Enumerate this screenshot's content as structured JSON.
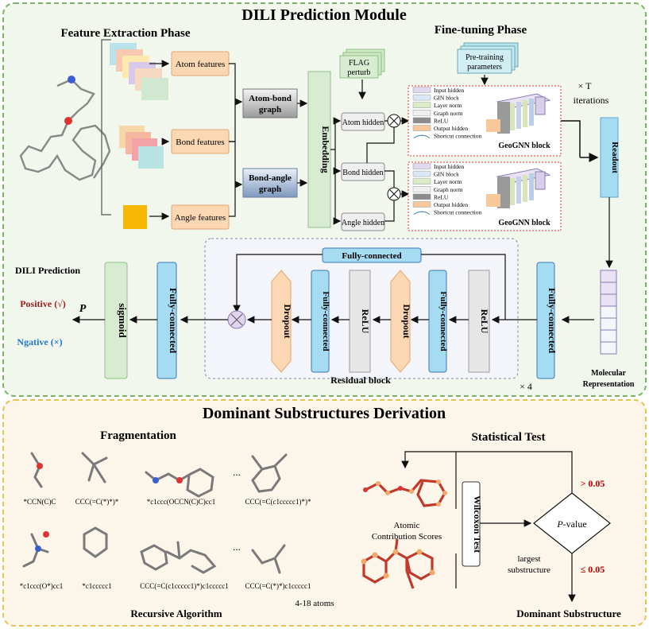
{
  "module": {
    "title": "DILI Prediction Module",
    "feature_phase_title": "Feature Extraction Phase",
    "finetune_title": "Fine-tuning Phase",
    "features": {
      "atom": "Atom features",
      "bond": "Bond features",
      "angle": "Angle features"
    },
    "graphs": {
      "atom_bond": [
        "Atom-bond",
        "graph"
      ],
      "bond_angle": [
        "Bond-angle",
        "graph"
      ]
    },
    "embedding": "Embedding",
    "flag": [
      "FLAG",
      "perturb"
    ],
    "pretraining": [
      "Pre-training",
      "parameters"
    ],
    "hidden": {
      "atom": "Atom hidden",
      "bond": "Bond hidden",
      "angle": "Angle hidden"
    },
    "legend": [
      "Input hidden",
      "GIN block",
      "Layer norm",
      "Graph norm",
      "ReLU",
      "Output hidden",
      "Shortcut connection"
    ],
    "geognn_label": "GeoGNN block",
    "iterations": [
      "× T",
      "iterations"
    ],
    "readout": "Readout",
    "mol_rep": [
      "Molecular",
      "Representation"
    ],
    "fully_connected": "Fully-connected",
    "relu": "ReLU",
    "dropout": "Dropout",
    "sigmoid": "sigmoid",
    "residual_block": "Residual block",
    "times4": "× 4",
    "dili_prediction": "DILI Prediction",
    "positive": "Positive (√)",
    "negative": "Ngative (×)",
    "p": "P"
  },
  "dominant": {
    "title": "Dominant Substructures Derivation",
    "fragmentation": "Fragmentation",
    "statistical_test": "Statistical Test",
    "fragments": [
      "*CCN(C)C",
      "CCC(=C(*)*)*",
      "*c1ccc(OCCN(C)C)cc1",
      "CCC(=C(c1ccccc1)*)*",
      "*c1ccc(O*)cc1",
      "*c1ccccc1",
      "CCC(=C(c1ccccc1)*)c1ccccc1",
      "CCC(=C(*)*)c1ccccc1"
    ],
    "ellipsis": "...",
    "atoms_range": "4-18 atoms",
    "recursive": "Recursive Algorithm",
    "atomic_scores": [
      "Atomic",
      "Contribution Scores"
    ],
    "wilcoxon": "Wilcoxon Test",
    "pvalue": "P-value",
    "gt": "> 0.05",
    "le": "≤ 0.05",
    "largest": [
      "largest",
      "substructure"
    ],
    "dominant_sub": "Dominant Substructure"
  },
  "colors": {
    "top_bg": "#f2f7ee",
    "top_border": "#7ab466",
    "bottom_bg": "#fbf5ea",
    "bottom_border": "#e6c44f",
    "fc_blue": "#a6dcf2",
    "dropout_orange": "#fbd7b4",
    "embedding_green": "#d8ecd2",
    "relu_gray": "#e6e6e6",
    "red": "#c00000",
    "blue_text": "#1f77d0"
  }
}
